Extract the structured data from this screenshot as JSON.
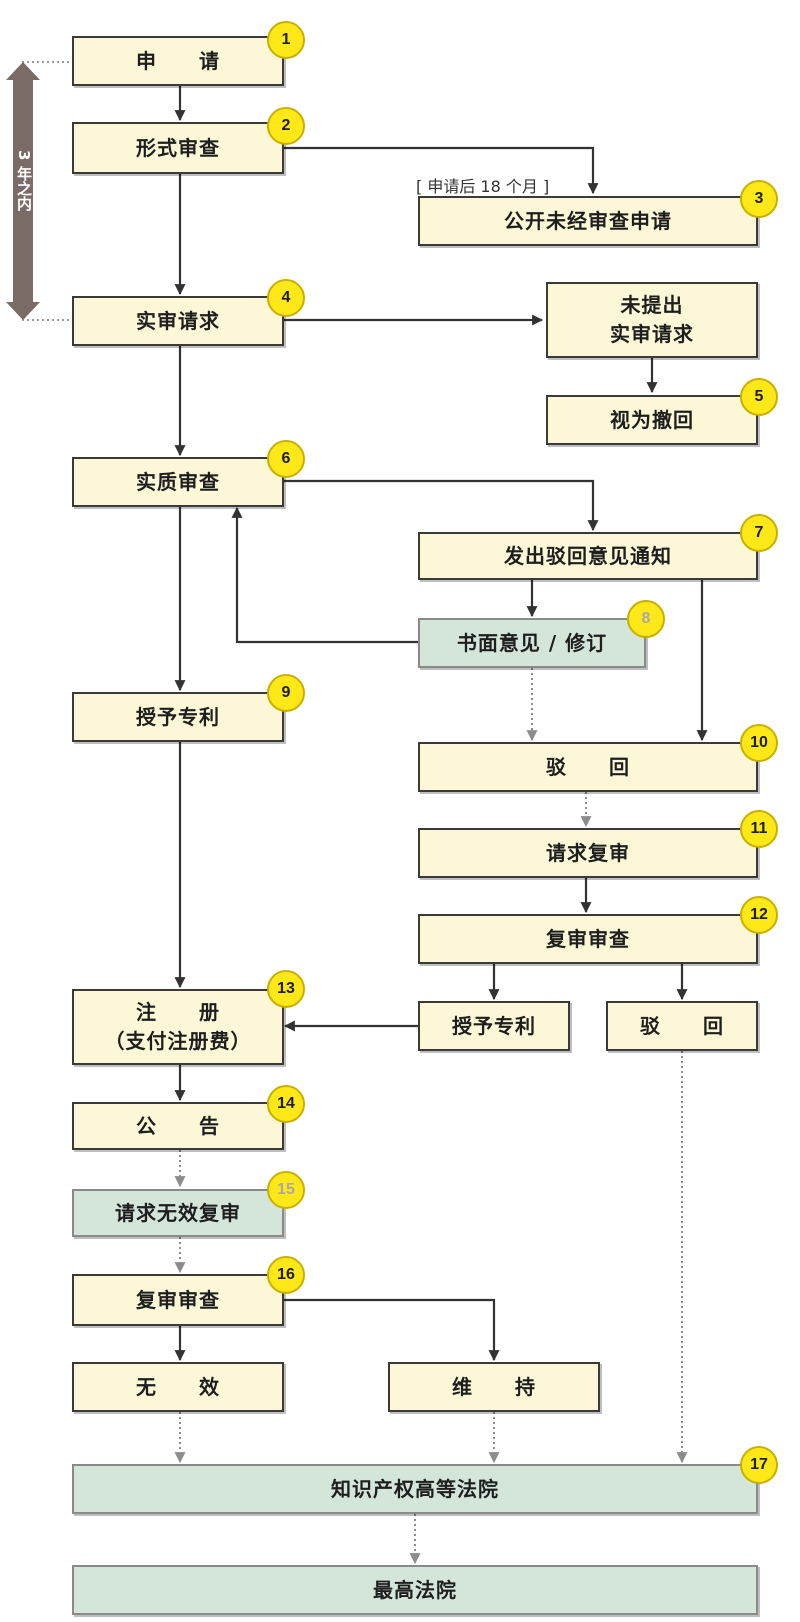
{
  "steps": {
    "apply": {
      "label": "申　　请",
      "badge": "1"
    },
    "formal_exam": {
      "label": "形式审查",
      "badge": "2"
    },
    "publish": {
      "label": "公开未经审查申请",
      "badge": "3"
    },
    "publish_note": "[ 申请后 18 个月 ]",
    "substantive_request": {
      "label": "实审请求",
      "badge": "4"
    },
    "not_requested": {
      "label": "未提出\n实审请求"
    },
    "deemed_withdrawn": {
      "label": "视为撤回",
      "badge": "5"
    },
    "substantive_exam": {
      "label": "实质审查",
      "badge": "6"
    },
    "rejection_notice": {
      "label": "发出驳回意见通知",
      "badge": "7"
    },
    "written_opinion": {
      "label": "书面意见 / 修订",
      "badge": "8"
    },
    "grant": {
      "label": "授予专利",
      "badge": "9"
    },
    "reject": {
      "label": "驳　　回",
      "badge": "10"
    },
    "request_reexam": {
      "label": "请求复审",
      "badge": "11"
    },
    "reexam_review": {
      "label": "复审审查",
      "badge": "12"
    },
    "grant_after_reexam": {
      "label": "授予专利"
    },
    "reject_after_reexam": {
      "label": "驳　　回"
    },
    "register": {
      "label": "注　　册\n（支付注册费）",
      "badge": "13"
    },
    "announce": {
      "label": "公　　告",
      "badge": "14"
    },
    "invalidation_request": {
      "label": "请求无效复审",
      "badge": "15"
    },
    "invalidation_review": {
      "label": "复审审查",
      "badge": "16"
    },
    "invalid": {
      "label": "无　　效"
    },
    "maintained": {
      "label": "维　　持"
    },
    "ip_high_court": {
      "label": "知识产权高等法院",
      "badge": "17"
    },
    "supreme_court": {
      "label": "最高法院"
    }
  },
  "period_label": "3 年之内",
  "colors": {
    "box_fill": "#fcf7d6",
    "alt_box_fill": "#d3e6d9",
    "badge_fill": "#ffe817",
    "arrow_solid": "#333333",
    "arrow_dotted": "#8c8c8c",
    "period_bar": "#7b6b66"
  }
}
